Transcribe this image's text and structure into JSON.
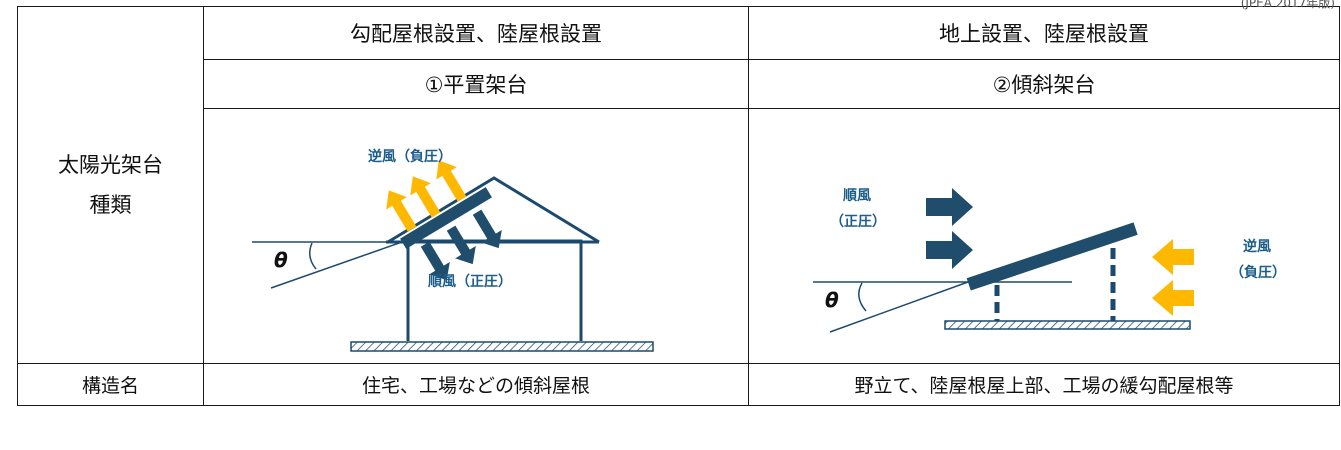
{
  "note": "(JPEA 2017年版)",
  "header": {
    "col1": "勾配屋根設置、陸屋根設置",
    "col2": "地上設置、陸屋根設置",
    "sub1": "①平置架台",
    "sub2": "②傾斜架台"
  },
  "row_type": {
    "line1": "太陽光架台",
    "line2": "種類"
  },
  "left_diagram": {
    "reverse_wind": "逆風（負圧）",
    "forward_wind": "順風（正圧）",
    "theta": "θ"
  },
  "right_diagram": {
    "forward_line1": "順風",
    "forward_line2": "（正圧）",
    "reverse_line1": "逆風",
    "reverse_line2": "（負圧）",
    "theta": "θ"
  },
  "row_structure": {
    "label": "構造名",
    "col1": "住宅、工場などの傾斜屋根",
    "col2": "野立て、陸屋根屋上部、工場の緩勾配屋根等"
  },
  "colors": {
    "navy": "#1c4a6e",
    "panel": "#1f4d6b",
    "yellow": "#ffb800",
    "border": "#1a1a1a"
  }
}
